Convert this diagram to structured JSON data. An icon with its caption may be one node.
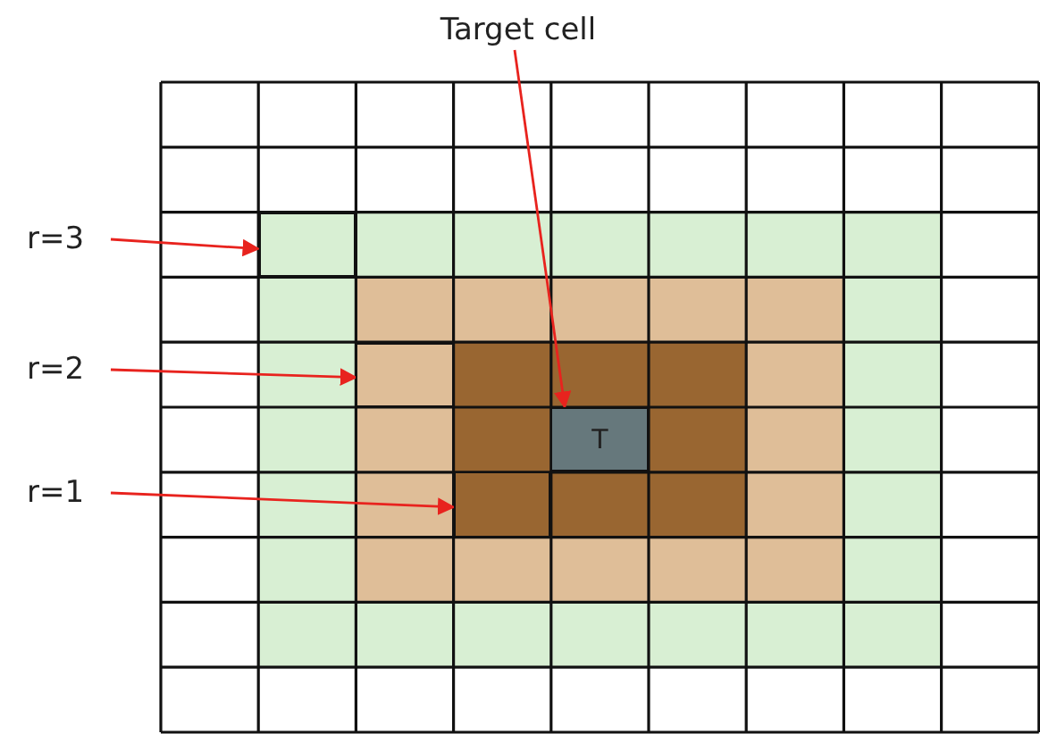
{
  "diagram": {
    "nodes": [
      {
        "text": [
          "Target cell"
        ]
      },
      {
        "text": [
          "T"
        ]
      },
      {
        "text": [
          "r=3"
        ]
      },
      {
        "text": [],
        "shape": "box"
      },
      {
        "text": [
          "r=2"
        ]
      },
      {
        "text": [],
        "shape": "box"
      },
      {
        "text": [
          "r=1"
        ]
      },
      {
        "text": [],
        "shape": "box"
      }
    ],
    "edges": [
      {
        "from": 0,
        "to": 1,
        "arrow": "to"
      },
      {
        "from": 2,
        "to": 3,
        "arrow": "to"
      },
      {
        "from": 4,
        "to": 5,
        "arrow": "to"
      },
      {
        "from": 6,
        "to": 7,
        "arrow": "to"
      }
    ]
  }
}
